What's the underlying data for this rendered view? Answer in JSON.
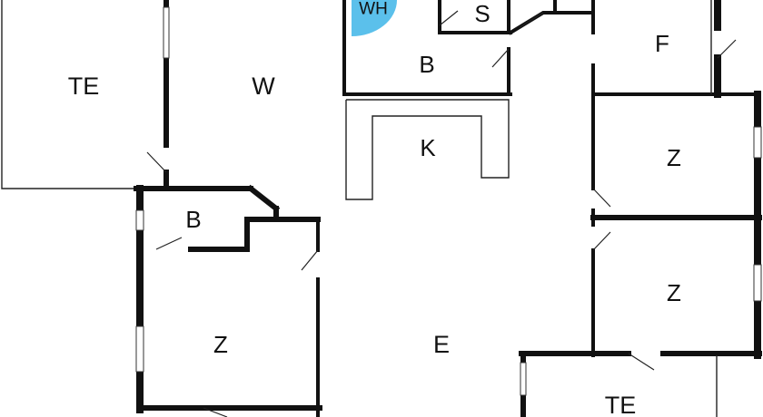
{
  "colors": {
    "wall": "#111111",
    "floor": "#ffffff",
    "wh_fill": "#5bc0eb",
    "label": "#111111"
  },
  "rooms": [
    {
      "id": "terrace-nw",
      "label": "TE"
    },
    {
      "id": "living-room",
      "label": "W"
    },
    {
      "id": "water-heater",
      "label": "WH"
    },
    {
      "id": "storage-s",
      "label": "S"
    },
    {
      "id": "bathroom-north",
      "label": "B"
    },
    {
      "id": "kitchen",
      "label": "K"
    },
    {
      "id": "room-f",
      "label": "F"
    },
    {
      "id": "bedroom-east-1",
      "label": "Z"
    },
    {
      "id": "bedroom-east-2",
      "label": "Z"
    },
    {
      "id": "bathroom-west",
      "label": "B"
    },
    {
      "id": "bedroom-west",
      "label": "Z"
    },
    {
      "id": "hall",
      "label": "E"
    },
    {
      "id": "terrace-se",
      "label": "TE"
    }
  ]
}
